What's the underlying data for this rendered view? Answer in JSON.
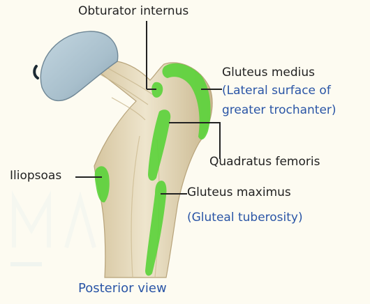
{
  "labels": {
    "obturator_internus": "Obturator internus",
    "gluteus_medius": "Gluteus medius",
    "gluteus_medius_note_1": "(Lateral surface of",
    "gluteus_medius_note_2": "greater trochanter)",
    "quadratus_femoris": "Quadratus femoris",
    "iliopsoas": "Iliopsoas",
    "gluteus_maximus": "Gluteus maximus",
    "gluteus_maximus_note": "(Gluteal tuberosity)",
    "caption": "Posterior view"
  },
  "colors": {
    "background": "#fdfbf1",
    "bone": "#e7dcc1",
    "bone_shadow": "#c9b78e",
    "cartilage": "#a8bfcc",
    "muscle_attachment": "#5cd33c",
    "note_text": "#2a55a6",
    "label_text": "#222222",
    "leader_line": "#222222"
  }
}
